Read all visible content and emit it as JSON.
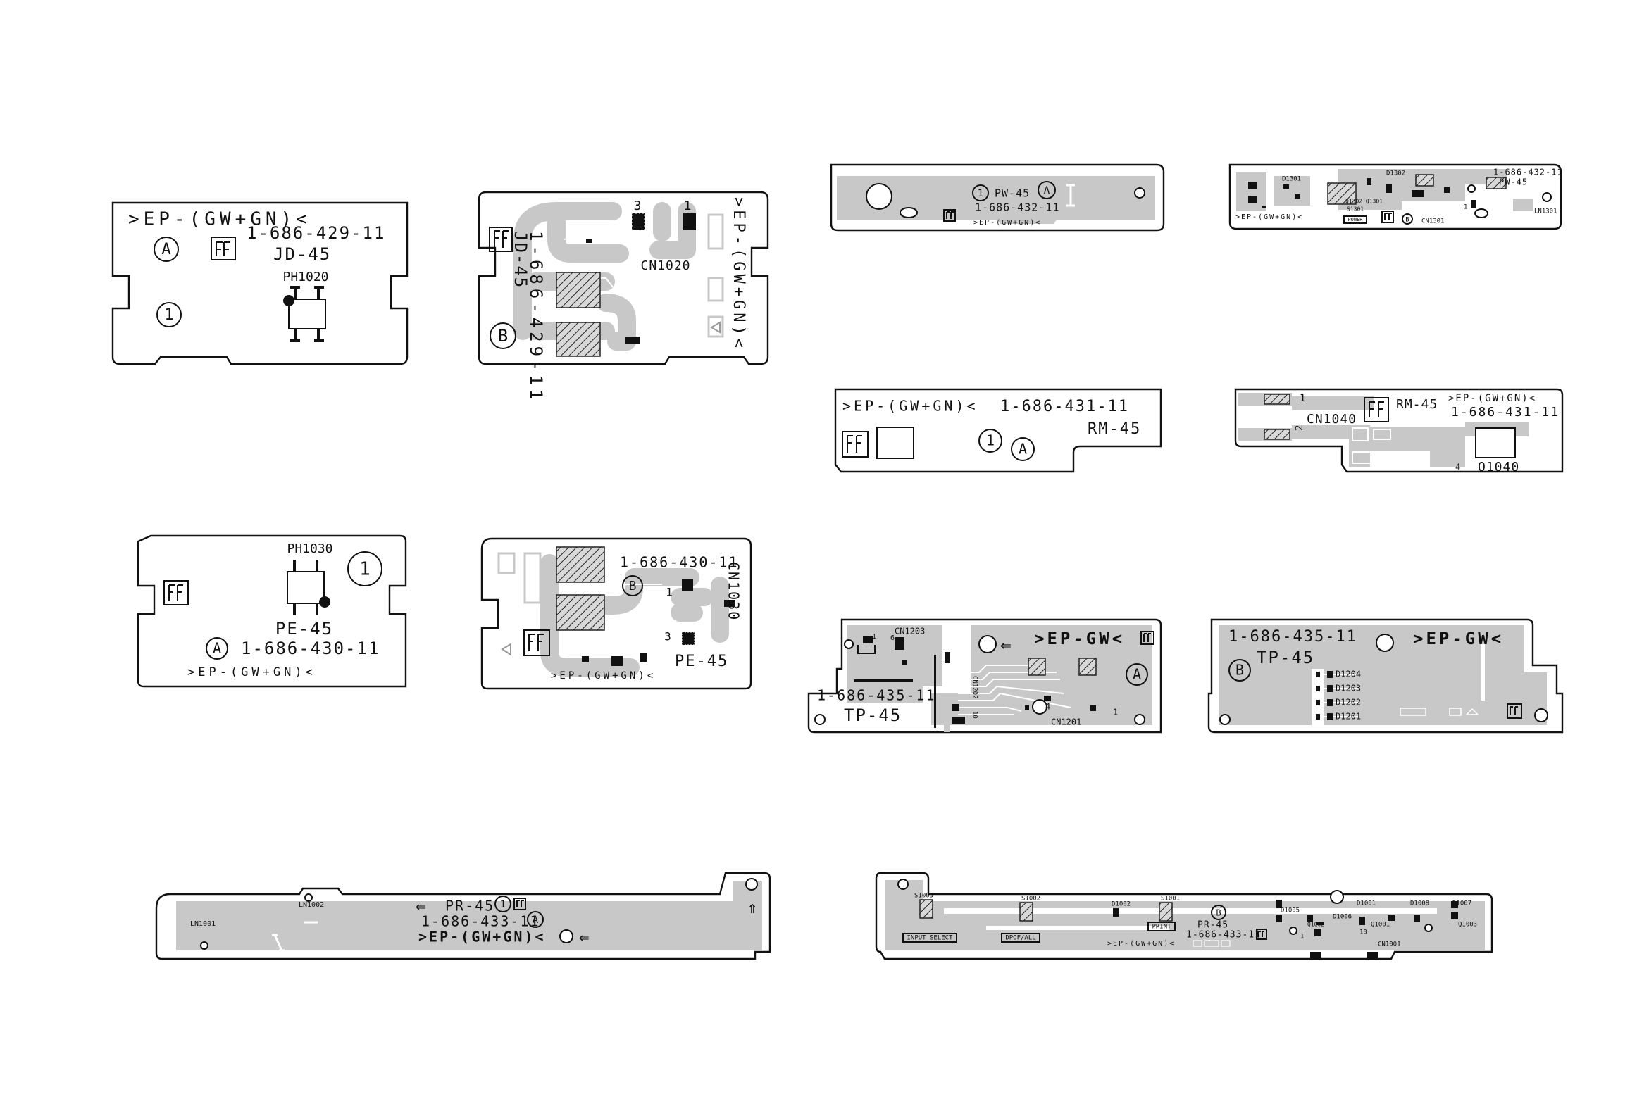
{
  "boards": {
    "jd45_a": {
      "series": ">EP-(GW+GN)<",
      "part": "1-686-429-11",
      "name": "JD-45",
      "side": "A",
      "layer": "1",
      "component": "PH1020"
    },
    "jd45_b": {
      "series": ">EP-(GW+GN)<",
      "part": "1-686-429-11",
      "name": "JD-45",
      "side": "B",
      "connector": "CN1020",
      "pin_left": "3",
      "pin_right": "1"
    },
    "pe45_a": {
      "series": ">EP-(GW+GN)<",
      "part": "1-686-430-11",
      "name": "PE-45",
      "side": "A",
      "layer": "1",
      "component": "PH1030"
    },
    "pe45_b": {
      "series": ">EP-(GW+GN)<",
      "part": "1-686-430-11",
      "name": "PE-45",
      "side": "B",
      "connector": "CN1030",
      "pin_a": "1",
      "pin_b": "3"
    },
    "pw45_a": {
      "series": ">EP-(GW+GN)<",
      "part": "1-686-432-11",
      "name": "PW-45",
      "side": "A",
      "layer": "1"
    },
    "pw45_b": {
      "series": ">EP-(GW+GN)<",
      "part": "1-686-432-11",
      "name": "PW-45",
      "side": "B",
      "d1301": "D1301",
      "d1302": "D1302",
      "q1302_q1301": "Q1302 Q1301",
      "s1301": "S1301",
      "cn1301": "CN1301",
      "ln1301": "LN1301",
      "power": "POWER",
      "pin": "1"
    },
    "rm45_a": {
      "series": ">EP-(GW+GN)<",
      "part": "1-686-431-11",
      "name": "RM-45",
      "side": "A",
      "layer": "1"
    },
    "rm45_b": {
      "series": ">EP-(GW+GN)<",
      "part": "1-686-431-11",
      "name": "RM-45",
      "connector": "CN1040",
      "transistor": "Q1040",
      "pin1": "1",
      "pin2": "2"
    },
    "tp45_a": {
      "series": ">EP-GW<",
      "part": "1-686-435-11",
      "name": "TP-45",
      "side": "A",
      "cn1203": "CN1203",
      "cn1202": "CN1202",
      "cn1201": "CN1201",
      "pin1": "1",
      "pin6": "6",
      "pin4": "4",
      "pin10": "10",
      "pin1b": "1"
    },
    "tp45_b": {
      "series": ">EP-GW<",
      "part": "1-686-435-11",
      "name": "TP-45",
      "side": "B",
      "d1204": "D1204",
      "d1203": "D1203",
      "d1202": "D1202",
      "d1201": "D1201"
    },
    "pr45_a": {
      "series": ">EP-(GW+GN)<",
      "part": "1-686-433-11",
      "name": "PR-45",
      "side": "A",
      "layer": "1",
      "ln1001": "LN1001",
      "ln1002": "LN1002"
    },
    "pr45_b": {
      "series": ">EP-(GW+GN)<",
      "part": "1-686-433-11",
      "name": "PR-45",
      "side": "B",
      "s1003": "S1003",
      "s1002": "S1002",
      "s1001": "S1001",
      "d1002": "D1002",
      "d1005": "D1005",
      "d1001": "D1001",
      "d1006": "D1006",
      "d1008": "D1008",
      "d1007": "D1007",
      "q1001": "Q1001",
      "q1002": "Q1002",
      "q1003": "Q1003",
      "cn1001": "CN1001",
      "input_select": "INPUT SELECT",
      "dpof_all": "DPOF/ALL",
      "print": "PRINT",
      "pin1": "1",
      "pin10": "10"
    }
  }
}
